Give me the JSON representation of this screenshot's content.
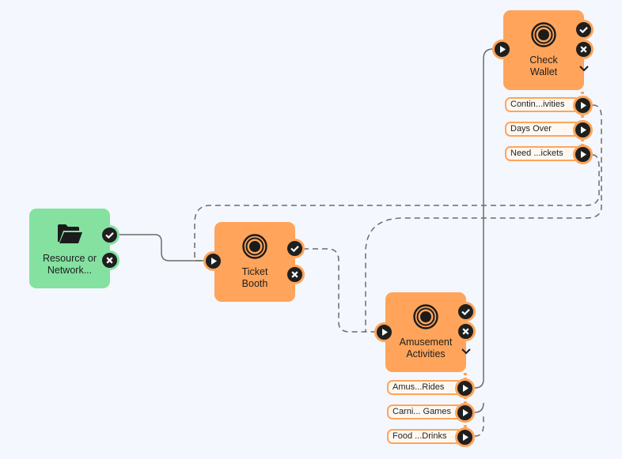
{
  "nodes": {
    "resource": {
      "title": "Resource or\nNetwork...",
      "icon": "folder-icon",
      "color": "#84e1a0"
    },
    "ticket_booth": {
      "title": "Ticket\nBooth",
      "icon": "target-icon",
      "color": "#ffa45a"
    },
    "amusement": {
      "title": "Amusement\nActivities",
      "icon": "target-icon",
      "color": "#ffa45a",
      "outputs": [
        "Amus...Rides",
        "Carni... Games",
        "Food ...Drinks"
      ]
    },
    "check_wallet": {
      "title": "Check\nWallet",
      "icon": "target-icon",
      "color": "#ffa45a",
      "outputs": [
        "Contin...ivities",
        "Days Over",
        "Need ...ickets"
      ]
    }
  },
  "colors": {
    "background": "#f4f7fe",
    "edge": "#6b6b6b",
    "port": "#1f1f1f"
  }
}
